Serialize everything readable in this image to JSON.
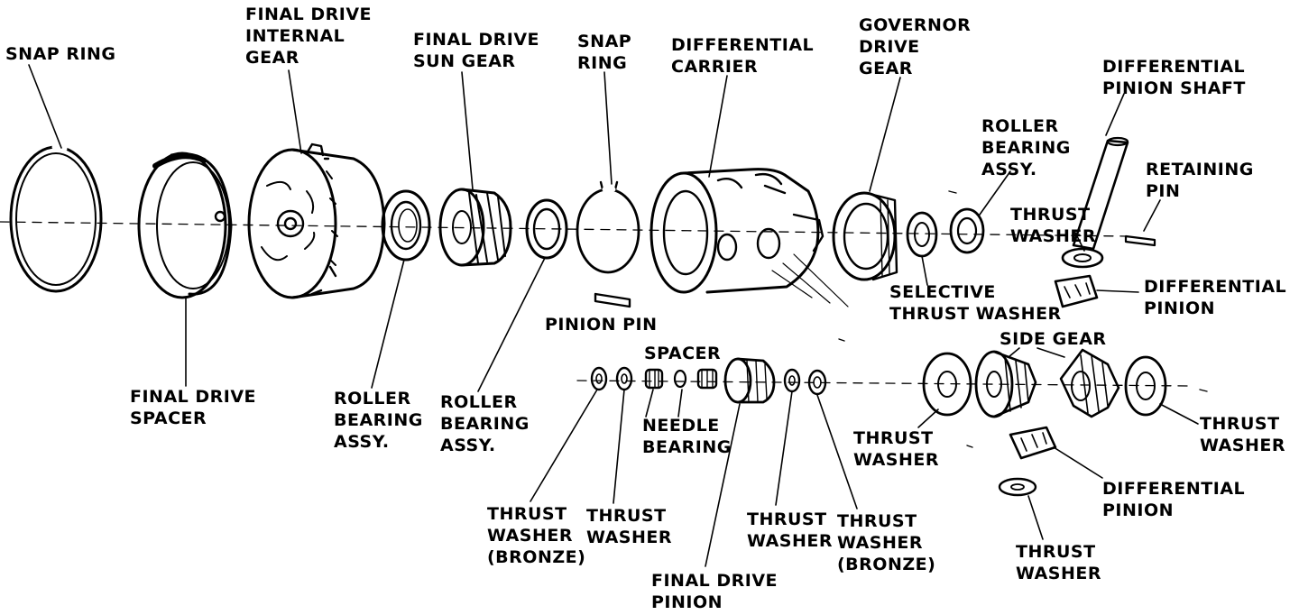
{
  "diagram": {
    "labels": {
      "snap_ring_left": "SNAP RING",
      "final_drive_internal_gear": [
        "FINAL DRIVE",
        "INTERNAL",
        "GEAR"
      ],
      "final_drive_sun_gear": [
        "FINAL DRIVE",
        "SUN GEAR"
      ],
      "snap_ring_mid": [
        "SNAP",
        "RING"
      ],
      "differential_carrier": [
        "DIFFERENTIAL",
        "CARRIER"
      ],
      "governor_drive_gear": [
        "GOVERNOR",
        "DRIVE",
        "GEAR"
      ],
      "differential_pinion_shaft": [
        "DIFFERENTIAL",
        "PINION SHAFT"
      ],
      "roller_bearing_assy_right": [
        "ROLLER",
        "BEARING",
        "ASSY."
      ],
      "retaining_pin": [
        "RETAINING",
        "PIN"
      ],
      "thrust_washer_upper_right": [
        "THRUST",
        "WASHER"
      ],
      "differential_pinion_upper": [
        "DIFFERENTIAL",
        "PINION"
      ],
      "selective_thrust_washer": [
        "SELECTIVE",
        "THRUST WASHER"
      ],
      "side_gear": "SIDE GEAR",
      "pinion_pin": "PINION PIN",
      "spacer": "SPACER",
      "final_drive_spacer": [
        "FINAL DRIVE",
        "SPACER"
      ],
      "roller_bearing_assy_left1": [
        "ROLLER",
        "BEARING",
        "ASSY."
      ],
      "roller_bearing_assy_left2": [
        "ROLLER",
        "BEARING",
        "ASSY."
      ],
      "needle_bearing": [
        "NEEDLE",
        "BEARING"
      ],
      "thrust_washer_mid_left": [
        "THRUST",
        "WASHER"
      ],
      "thrust_washer_right_far": [
        "THRUST",
        "WASHER"
      ],
      "differential_pinion_lower": [
        "DIFFERENTIAL",
        "PINION"
      ],
      "thrust_washer_bronze_left": [
        "THRUST",
        "WASHER",
        "(BRONZE)"
      ],
      "thrust_washer_b": [
        "THRUST",
        "WASHER"
      ],
      "thrust_washer_c": [
        "THRUST",
        "WASHER"
      ],
      "thrust_washer_bronze_right": [
        "THRUST",
        "WASHER",
        "(BRONZE)"
      ],
      "final_drive_pinion": [
        "FINAL DRIVE",
        "PINION"
      ],
      "thrust_washer_bottom": [
        "THRUST",
        "WASHER"
      ]
    }
  }
}
